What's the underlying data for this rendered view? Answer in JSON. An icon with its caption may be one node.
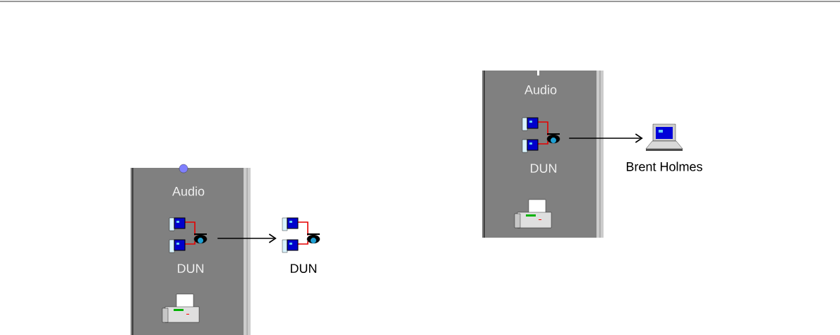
{
  "diagram": {
    "nodes": [
      {
        "text": [],
        "shape": "box"
      },
      {
        "text": [
          "DUN"
        ],
        "in": 0
      },
      {
        "text": [
          "DUN"
        ]
      },
      {
        "text": [],
        "shape": "box"
      },
      {
        "text": [
          "DUN"
        ],
        "in": 3
      },
      {
        "text": [
          "Brent Holmes"
        ]
      }
    ],
    "edges": [
      {
        "from": 1,
        "to": 2,
        "arrow": "to"
      },
      {
        "from": 4,
        "to": 5,
        "arrow": "to"
      }
    ],
    "labels": [
      "Audio",
      "Audio"
    ]
  }
}
